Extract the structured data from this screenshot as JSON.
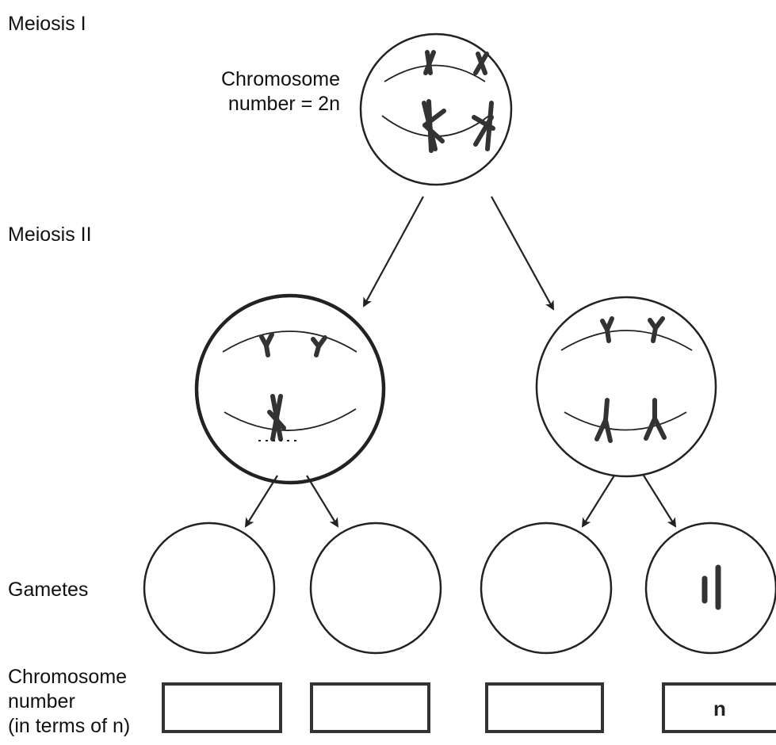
{
  "stages": {
    "meiosis_1": "Meiosis I",
    "meiosis_2": "Meiosis II",
    "gametes": "Gametes"
  },
  "parent_cell": {
    "label_line1": "Chromosome",
    "label_line2": "number = 2n"
  },
  "chromosome_number_label": {
    "line1": "Chromosome",
    "line2": "number",
    "line3": "(in terms of n)"
  },
  "answer_boxes": [
    "",
    "",
    "",
    "n"
  ],
  "colors": {
    "ink": "#222222",
    "background": "#ffffff"
  }
}
